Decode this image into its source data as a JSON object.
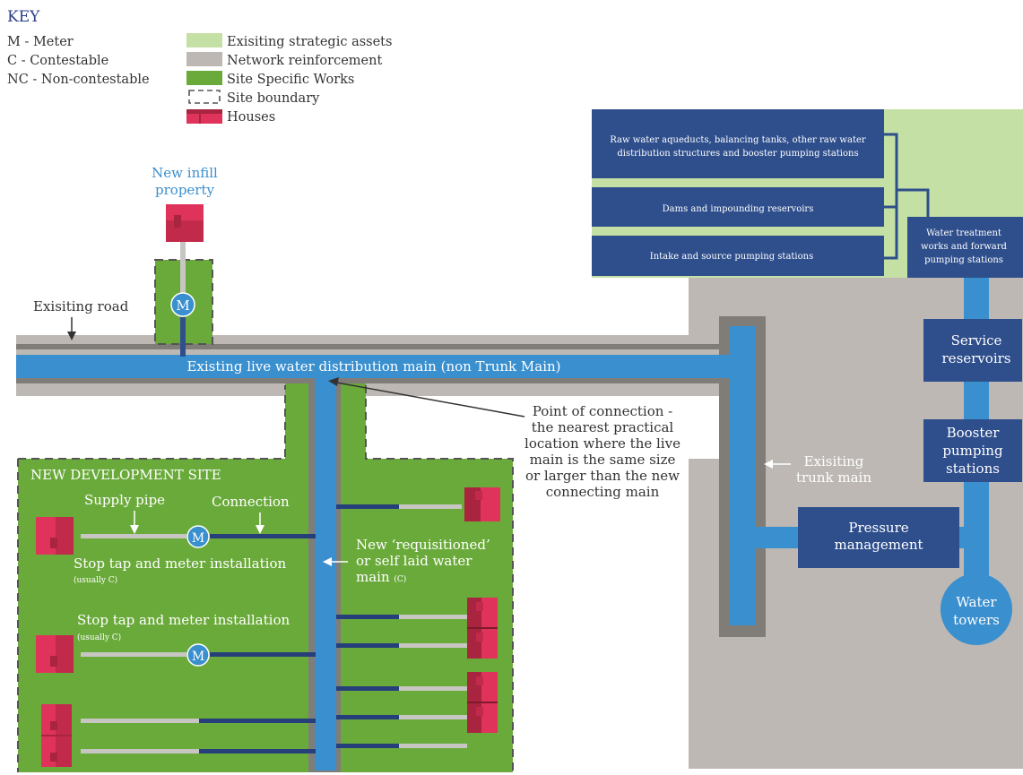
{
  "key": {
    "title": "KEY",
    "abbreviations": [
      {
        "code": "M",
        "label": "M  -  Meter"
      },
      {
        "code": "C",
        "label": "C  -  Contestable"
      },
      {
        "code": "NC",
        "label": "NC - Non-contestable"
      }
    ],
    "legend": [
      {
        "label": "Exisiting strategic assets",
        "color": "#c5e0a5"
      },
      {
        "label": "Network reinforcement",
        "color": "#bdb8b3"
      },
      {
        "label": "Site Specific Works",
        "color": "#6aaa3a"
      },
      {
        "label": "Site boundary",
        "color": "#555555"
      },
      {
        "label": "Houses",
        "color": "#e0335b"
      }
    ]
  },
  "labels": {
    "new_infill_property_line1": "New infill",
    "new_infill_property_line2": "property",
    "existing_road": "Exisiting road",
    "main_label": "Existing live water distribution main (non Trunk Main)",
    "point_of_connection": [
      "Point of connection -",
      "the nearest practical",
      "location where the live",
      "main is the same size",
      "or larger than the new",
      "connecting main"
    ],
    "new_dev_site": "NEW DEVELOPMENT SITE",
    "supply_pipe": "Supply pipe",
    "connection": "Connection",
    "stop_tap_1": "Stop tap and meter installation",
    "stop_tap_1_note": "(usually C)",
    "stop_tap_2": "Stop tap and meter installation",
    "stop_tap_2_note": "(usually C)",
    "requisitioned": [
      "New ‘requisitioned’",
      "or self laid water"
    ],
    "requisitioned_last": "main",
    "requisitioned_note": "(C)",
    "trunk_main": [
      "Exisiting",
      "trunk main"
    ],
    "meter_symbol": "M"
  },
  "assets": {
    "raw_water": [
      "Raw water aqueducts, balancing tanks, other raw water",
      "distribution structures and booster pumping stations"
    ],
    "dams": "Dams and impounding reservoirs",
    "intake": "Intake and source pumping stations",
    "water_treatment": [
      "Water treatment",
      "works and forward",
      "pumping stations"
    ],
    "service_reservoirs": [
      "Service",
      "reservoirs"
    ],
    "booster": [
      "Booster",
      "pumping",
      "stations"
    ],
    "pressure": [
      "Pressure",
      "management"
    ],
    "water_towers": [
      "Water",
      "towers"
    ]
  },
  "colors": {
    "light_green": "#c5e0a5",
    "grey": "#bdb8b3",
    "road_edge": "#807d79",
    "site_green": "#6aaa3a",
    "pipe_blue": "#3a8fcf",
    "navy": "#2e4e8c",
    "dark_navy": "#263f7a",
    "house_red": "#e0335b",
    "house_dark": "#a8243f",
    "supply_grey": "#c8c6c3",
    "key_navy": "#2c3e86"
  }
}
